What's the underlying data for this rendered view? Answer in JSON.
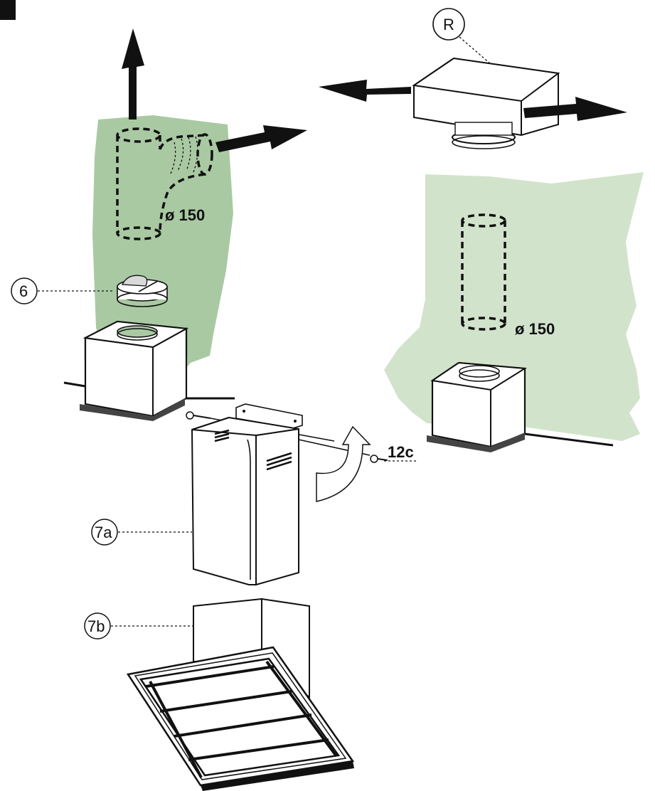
{
  "figure_badge": "",
  "callouts": {
    "r": "R",
    "six": "6",
    "seven_a": "7a",
    "seven_b": "7b",
    "twelve_c": "12c"
  },
  "dimensions": {
    "left_duct": "ø 150",
    "right_duct": "ø 150"
  },
  "colors": {
    "wall_dark": "#a9c9a2",
    "wall_light": "#d2e3cc",
    "ink": "#111111"
  },
  "icons": [
    "up-arrow",
    "right-arrow",
    "left-arrow",
    "screw",
    "curved-arrow"
  ]
}
